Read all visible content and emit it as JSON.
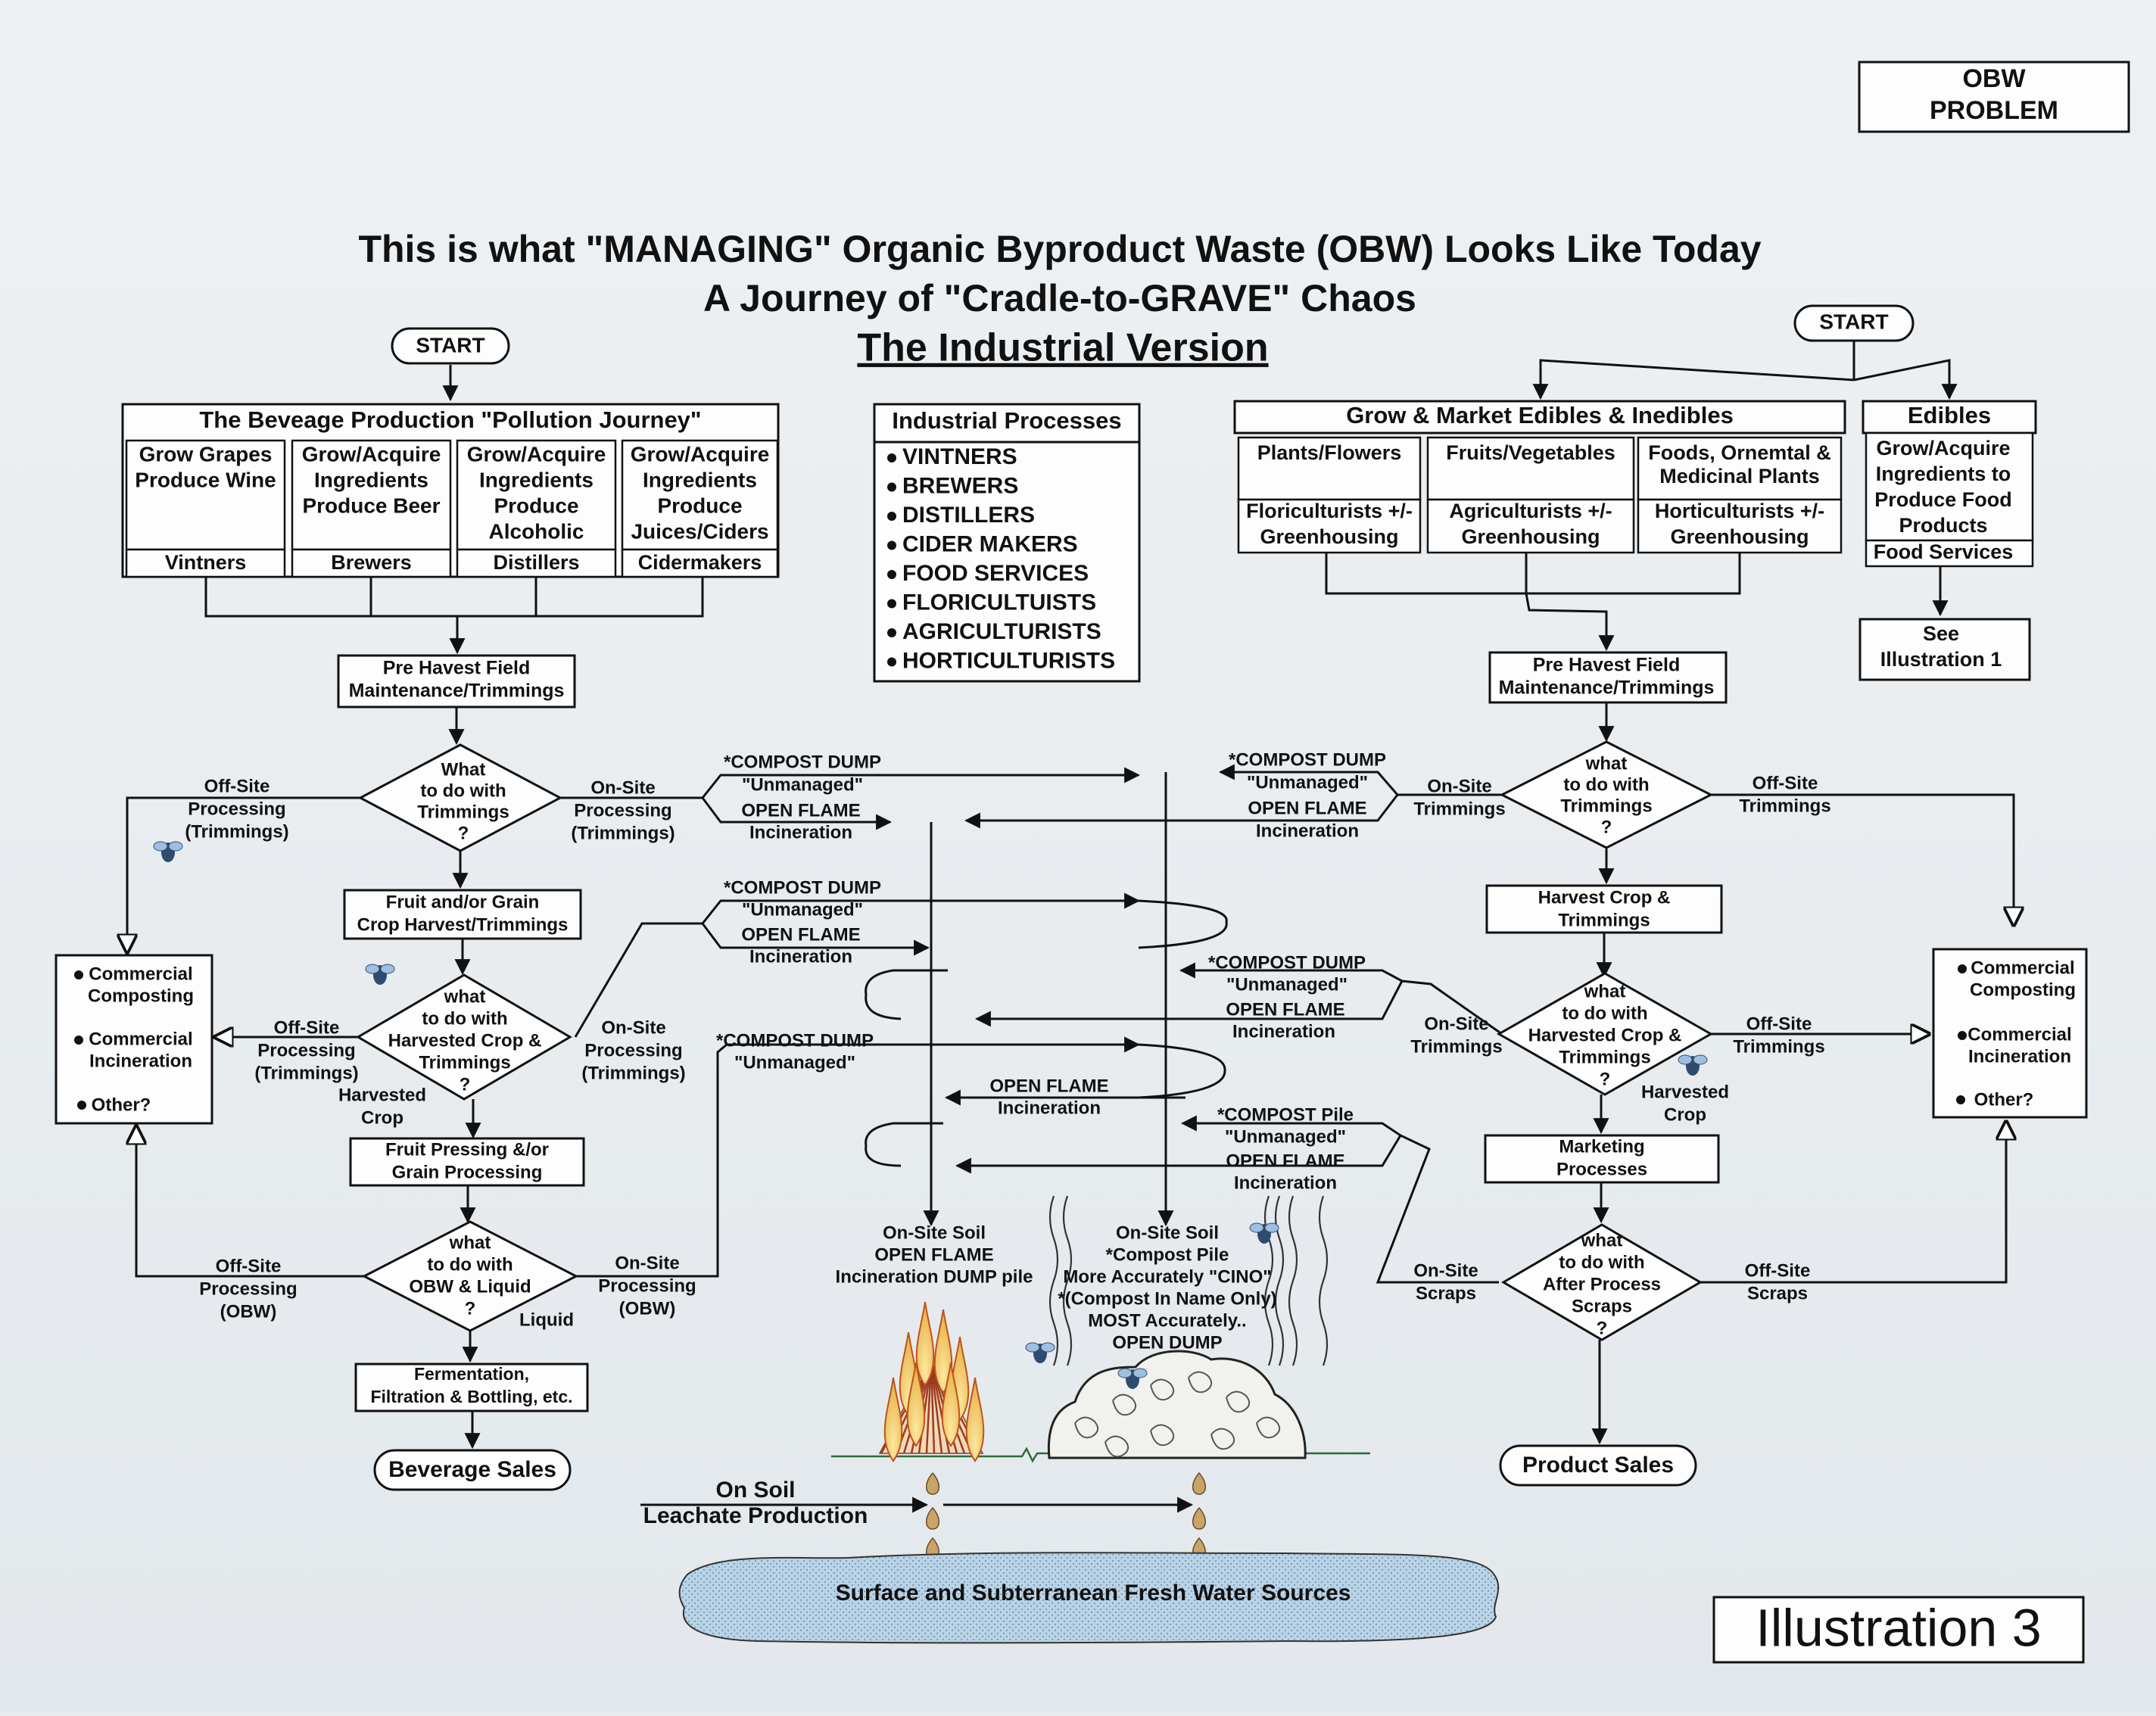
{
  "badge": {
    "line1": "OBW",
    "line2": "PROBLEM"
  },
  "title": {
    "line1": "This is what \"MANAGING\" Organic Byproduct  Waste (OBW) Looks Like Today",
    "line2": "A Journey of \"Cradle-to-GRAVE\" Chaos",
    "line3": "The Industrial Version"
  },
  "illustration_label": "Illustration 3",
  "start_label": "START",
  "beverage": {
    "header": "The Beveage Production \"Pollution Journey\"",
    "cols": [
      {
        "lines": [
          "Grow Grapes",
          "Produce Wine"
        ],
        "footer": "Vintners"
      },
      {
        "lines": [
          "Grow/Acquire",
          "Ingredients",
          "Produce Beer"
        ],
        "footer": "Brewers"
      },
      {
        "lines": [
          "Grow/Acquire",
          "Ingredients",
          "Produce",
          "Alcoholic"
        ],
        "footer": "Distillers"
      },
      {
        "lines": [
          "Grow/Acquire",
          "Ingredients",
          "Produce",
          "Juices/Ciders"
        ],
        "footer": "Cidermakers"
      }
    ],
    "preharvest": [
      "Pre Havest Field",
      "Maintenance/Trimmings"
    ],
    "d1": [
      "What",
      "to do with",
      "Trimmings",
      "?"
    ],
    "offsite1": [
      "Off-Site",
      "Processing",
      "(Trimmings)"
    ],
    "onsite1": [
      "On-Site",
      "Processing",
      "(Trimmings)"
    ],
    "harvest": [
      "Fruit and/or Grain",
      "Crop Harvest/Trimmings"
    ],
    "d2": [
      "what",
      "to do with",
      "Harvested Crop &",
      "Trimmings",
      "?"
    ],
    "offsite2": [
      "Off-Site",
      "Processing",
      "(Trimmings)"
    ],
    "onsite2": [
      "On-Site",
      "Processing",
      "(Trimmings)"
    ],
    "harvested_crop": [
      "Harvested",
      "Crop"
    ],
    "pressing": [
      "Fruit Pressing &/or",
      "Grain Processing"
    ],
    "d3": [
      "what",
      "to do with",
      "OBW & Liquid",
      "?"
    ],
    "offsite3": [
      "Off-Site",
      "Processing",
      "(OBW)"
    ],
    "onsite3": [
      "On-Site",
      "Processing",
      "(OBW)"
    ],
    "liquid": "Liquid",
    "fermentation": [
      "Fermentation,",
      "Filtration & Bottling, etc."
    ],
    "sales": "Beverage Sales",
    "disposal": [
      "Commercial",
      "Composting",
      "Commercial",
      "Incineration",
      "Other?"
    ]
  },
  "industrial": {
    "header": "Industrial Processes",
    "items": [
      "VINTNERS",
      "BREWERS",
      "DISTILLERS",
      "CIDER MAKERS",
      "FOOD SERVICES",
      "FLORICULTUISTS",
      "AGRICULTURISTS",
      "HORTICULTURISTS"
    ]
  },
  "grow": {
    "header": "Grow & Market Edibles & Inedibles",
    "cols": [
      {
        "top": [
          "Plants/Flowers"
        ],
        "bottom": [
          "Floriculturists +/-",
          "Greenhousing"
        ]
      },
      {
        "top": [
          "Fruits/Vegetables"
        ],
        "bottom": [
          "Agriculturists +/-",
          "Greenhousing"
        ]
      },
      {
        "top": [
          "Foods, Ornemtal &",
          "Medicinal Plants"
        ],
        "bottom": [
          "Horticulturists +/-",
          "Greenhousing"
        ]
      }
    ],
    "edibles_header": "Edibles",
    "edibles_lines": [
      "Grow/Acquire",
      "Ingredients to",
      "Produce Food",
      "Products"
    ],
    "edibles_footer": "Food Services",
    "see": [
      "See",
      "Illustration 1"
    ],
    "preharvest": [
      "Pre Havest Field",
      "Maintenance/Trimmings"
    ],
    "d1": [
      "what",
      "to do with",
      "Trimmings",
      "?"
    ],
    "onsite1": [
      "On-Site",
      "Trimmings"
    ],
    "offsite1": [
      "Off-Site",
      "Trimmings"
    ],
    "harvest": [
      "Harvest Crop &",
      "Trimmings"
    ],
    "d2": [
      "what",
      "to do with",
      "Harvested Crop &",
      "Trimmings",
      "?"
    ],
    "onsite2": [
      "On-Site",
      "Trimmings"
    ],
    "offsite2": [
      "Off-Site",
      "Trimmings"
    ],
    "harvested_crop": [
      "Harvested",
      "Crop"
    ],
    "marketing": [
      "Marketing",
      "Processes"
    ],
    "d3": [
      "what",
      "to do with",
      "After Process",
      "Scraps",
      "?"
    ],
    "onsite3": [
      "On-Site",
      "Scraps"
    ],
    "offsite3": [
      "Off-Site",
      "Scraps"
    ],
    "sales": "Product Sales",
    "disposal": [
      "Commercial",
      "Composting",
      "Commercial",
      "Incineration",
      "Other?"
    ]
  },
  "middle": {
    "compost_dump": "*COMPOST DUMP",
    "compost_pile": "*COMPOST Pile",
    "unmanaged": "\"Unmanaged\"",
    "open_flame": "OPEN  FLAME",
    "incineration": "Incineration",
    "soil_left": [
      "On-Site Soil",
      "OPEN  FLAME",
      "Incineration   DUMP pile"
    ],
    "soil_right": [
      "On-Site Soil",
      "*Compost Pile",
      "More Accurately \"CINO\"",
      "*(Compost In Name Only)",
      "MOST Accurately..",
      "OPEN DUMP"
    ],
    "leachate": [
      "On Soil",
      "Leachate Production"
    ],
    "water": "Surface and Subterranean Fresh Water Sources"
  }
}
